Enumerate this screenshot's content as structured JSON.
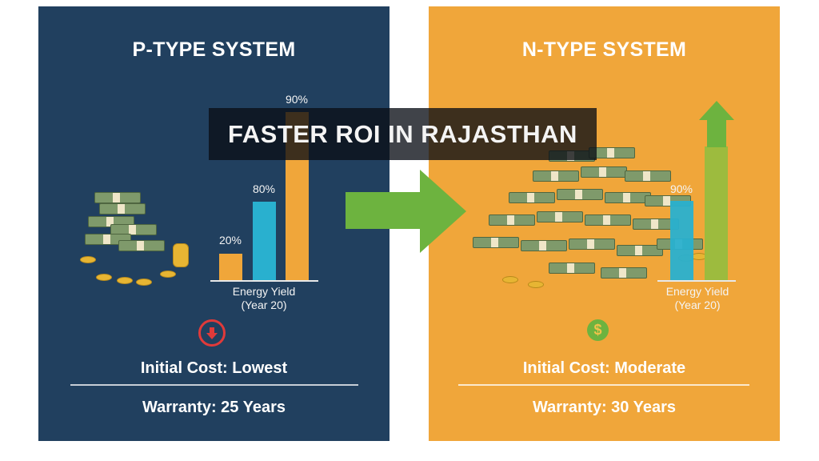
{
  "banner": "FASTER ROI IN RAJASTHAN",
  "colors": {
    "p_panel": "#21405f",
    "n_panel": "#f0a63a",
    "arrow": "#6db33f",
    "bar_orange": "#f0a63a",
    "bar_teal": "#29b0cf",
    "bar_green": "#9dbb3e",
    "down_icon": "#e03a3a",
    "dollar_icon": "#6db33f"
  },
  "p_type": {
    "title": "P-TYPE SYSTEM",
    "bar_labels": [
      "20%",
      "80%",
      "90%"
    ],
    "bar_values": [
      20,
      80,
      90
    ],
    "axis_label_line1": "Energy Yield",
    "axis_label_line2": "(Year 20)",
    "cost_icon": "down-arrow-circle-icon",
    "initial_cost": "Initial Cost: Lowest",
    "warranty": "Warranty: 25 Years"
  },
  "n_type": {
    "title": "N-TYPE SYSTEM",
    "bar_labels": [
      "90%"
    ],
    "bar_values": [
      90
    ],
    "axis_label_line1": "Energy Yield",
    "axis_label_line2": "(Year 20)",
    "cost_icon": "dollar-circle-icon",
    "dollar_symbol": "$",
    "initial_cost": "Initial Cost: Moderate",
    "warranty": "Warranty: 30 Years"
  }
}
